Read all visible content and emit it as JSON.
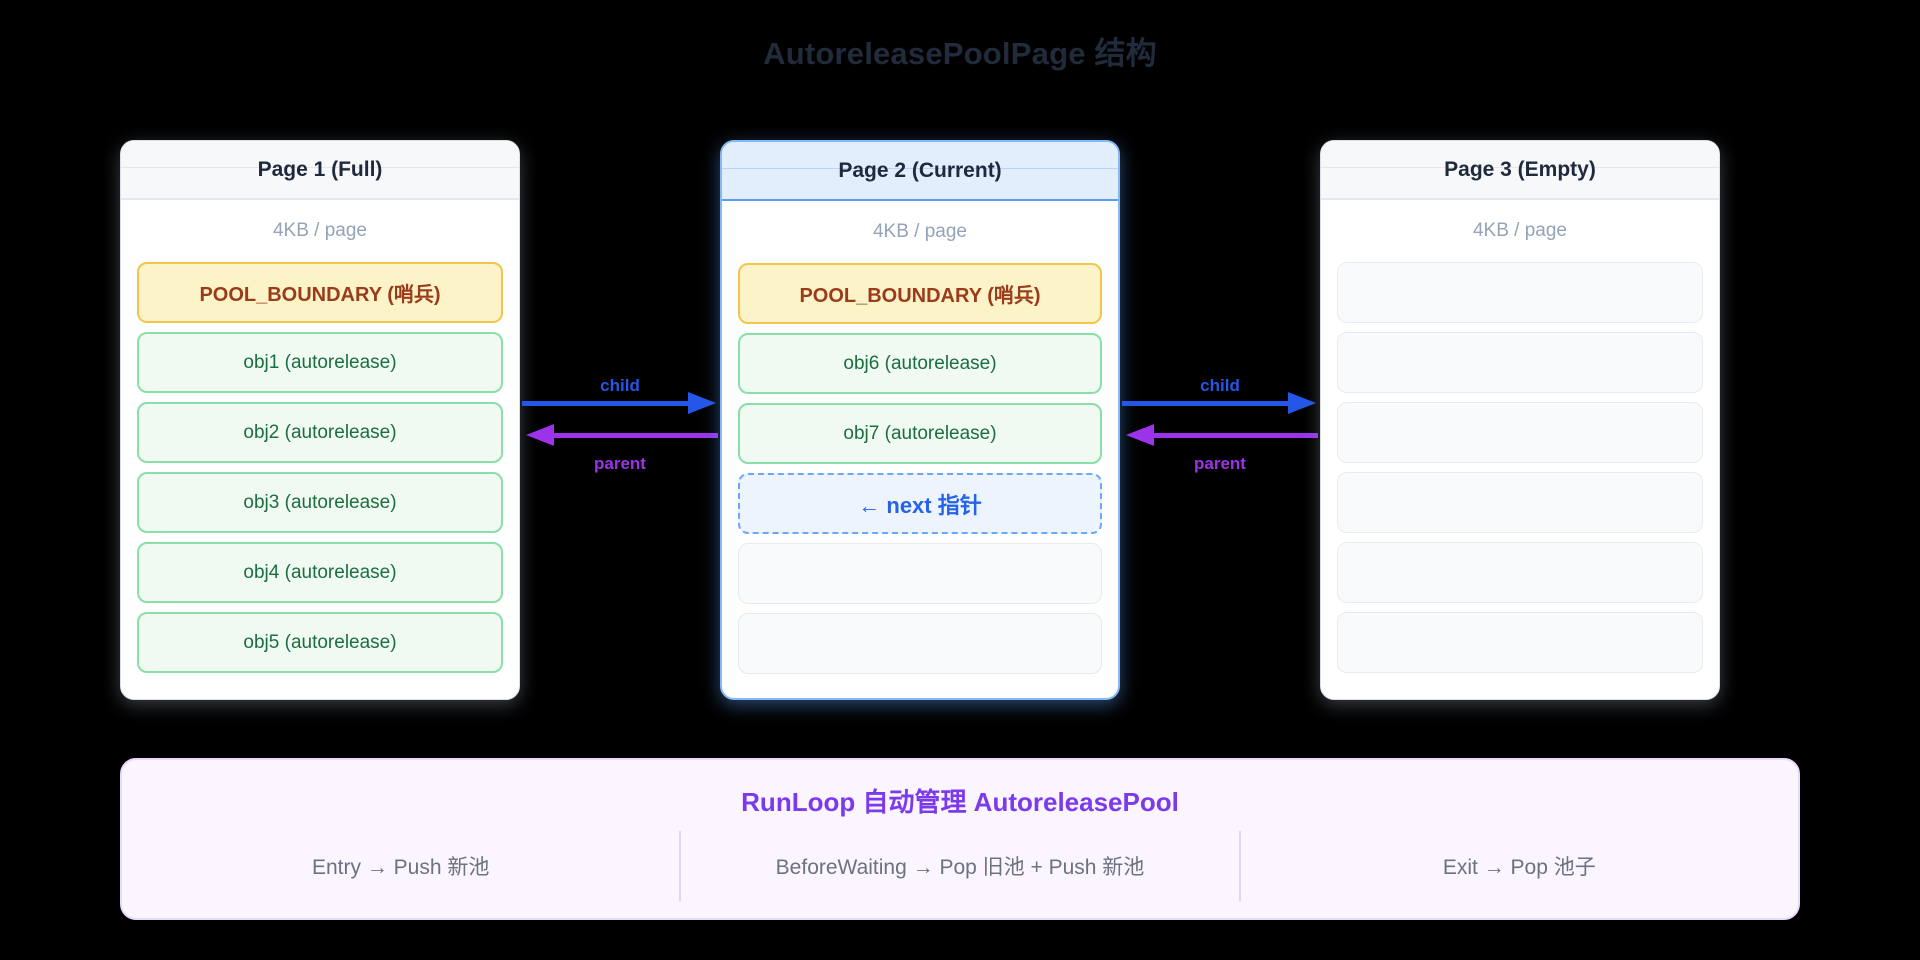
{
  "title": "AutoreleasePoolPage 结构",
  "pages": [
    {
      "title": "Page 1 (Full)",
      "capacity": "4KB / page",
      "slots": [
        "POOL_BOUNDARY (哨兵)",
        "obj1 (autorelease)",
        "obj2 (autorelease)",
        "obj3 (autorelease)",
        "obj4 (autorelease)",
        "obj5 (autorelease)"
      ]
    },
    {
      "title": "Page 2 (Current)",
      "capacity": "4KB / page",
      "slots": [
        "POOL_BOUNDARY (哨兵)",
        "obj6 (autorelease)",
        "obj7 (autorelease)",
        "← next 指针",
        "",
        ""
      ]
    },
    {
      "title": "Page 3 (Empty)",
      "capacity": "4KB / page",
      "slots": [
        "",
        "",
        "",
        "",
        "",
        ""
      ]
    }
  ],
  "links": [
    {
      "child": "child",
      "parent": "parent"
    },
    {
      "child": "child",
      "parent": "parent"
    }
  ],
  "footer": {
    "title": "RunLoop 自动管理 AutoreleasePool",
    "items": [
      "Entry → Push 新池",
      "BeforeWaiting → Pop 旧池 + Push 新池",
      "Exit → Pop 池子"
    ]
  },
  "colors": {
    "child_arrow": "#2456e8",
    "parent_arrow": "#9c33ea",
    "boundary_border": "#f1c54e",
    "object_border": "#8adfa8",
    "current_page_border": "#85b8f8",
    "footer_accent": "#7c3aed"
  }
}
